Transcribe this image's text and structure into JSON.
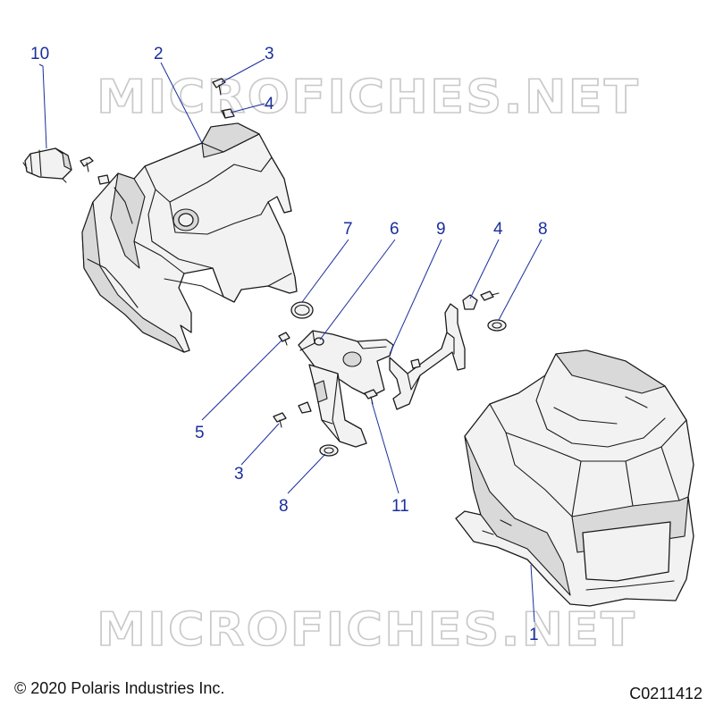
{
  "watermark": "MICROFICHES.NET",
  "callouts": [
    "10",
    "2",
    "3",
    "4",
    "7",
    "6",
    "9",
    "4",
    "8",
    "5",
    "3",
    "8",
    "11",
    "1"
  ],
  "footer": {
    "copyright": "© 2020 Polaris Industries Inc.",
    "drawing_id": "C0211412"
  },
  "colors": {
    "callout": "#1a2f9c",
    "line_art": "#1a1a1a",
    "watermark": "#c9c9c9"
  }
}
